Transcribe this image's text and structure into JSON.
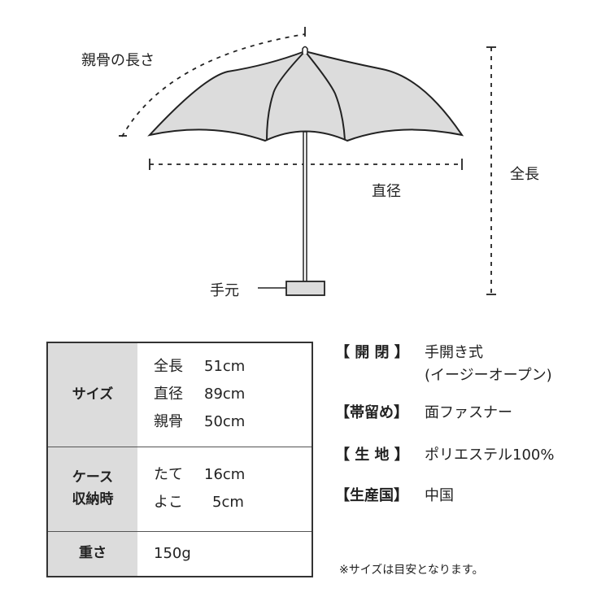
{
  "diagram": {
    "labels": {
      "rib_length": "親骨の長さ",
      "diameter": "直径",
      "total_length": "全長",
      "handle": "手元"
    }
  },
  "spec_table": {
    "rows": [
      {
        "header": "サイズ",
        "items": [
          [
            "全長",
            "51cm"
          ],
          [
            "直径",
            "89cm"
          ],
          [
            "親骨",
            "50cm"
          ]
        ]
      },
      {
        "header": "ケース\n収納時",
        "header_lines": [
          "ケース",
          "収納時"
        ],
        "items": [
          [
            "たて",
            "16cm"
          ],
          [
            "よこ",
            "5cm"
          ]
        ]
      },
      {
        "header": "重さ",
        "items": [
          [
            "150g",
            ""
          ]
        ]
      }
    ]
  },
  "info": [
    {
      "key": "【 開 閉 】",
      "value_lines": [
        "手開き式",
        "(イージーオープン)"
      ]
    },
    {
      "key": "【帯留め】",
      "value_lines": [
        "面ファスナー"
      ]
    },
    {
      "key": "【 生 地 】",
      "value_lines": [
        "ポリエステル100%"
      ]
    },
    {
      "key": "【生産国】",
      "value_lines": [
        "中国"
      ]
    }
  ],
  "note": "※サイズは目安となります。",
  "colors": {
    "canopy": "#dcdcdc",
    "line": "#222222",
    "header_bg": "#dcdcdc"
  }
}
